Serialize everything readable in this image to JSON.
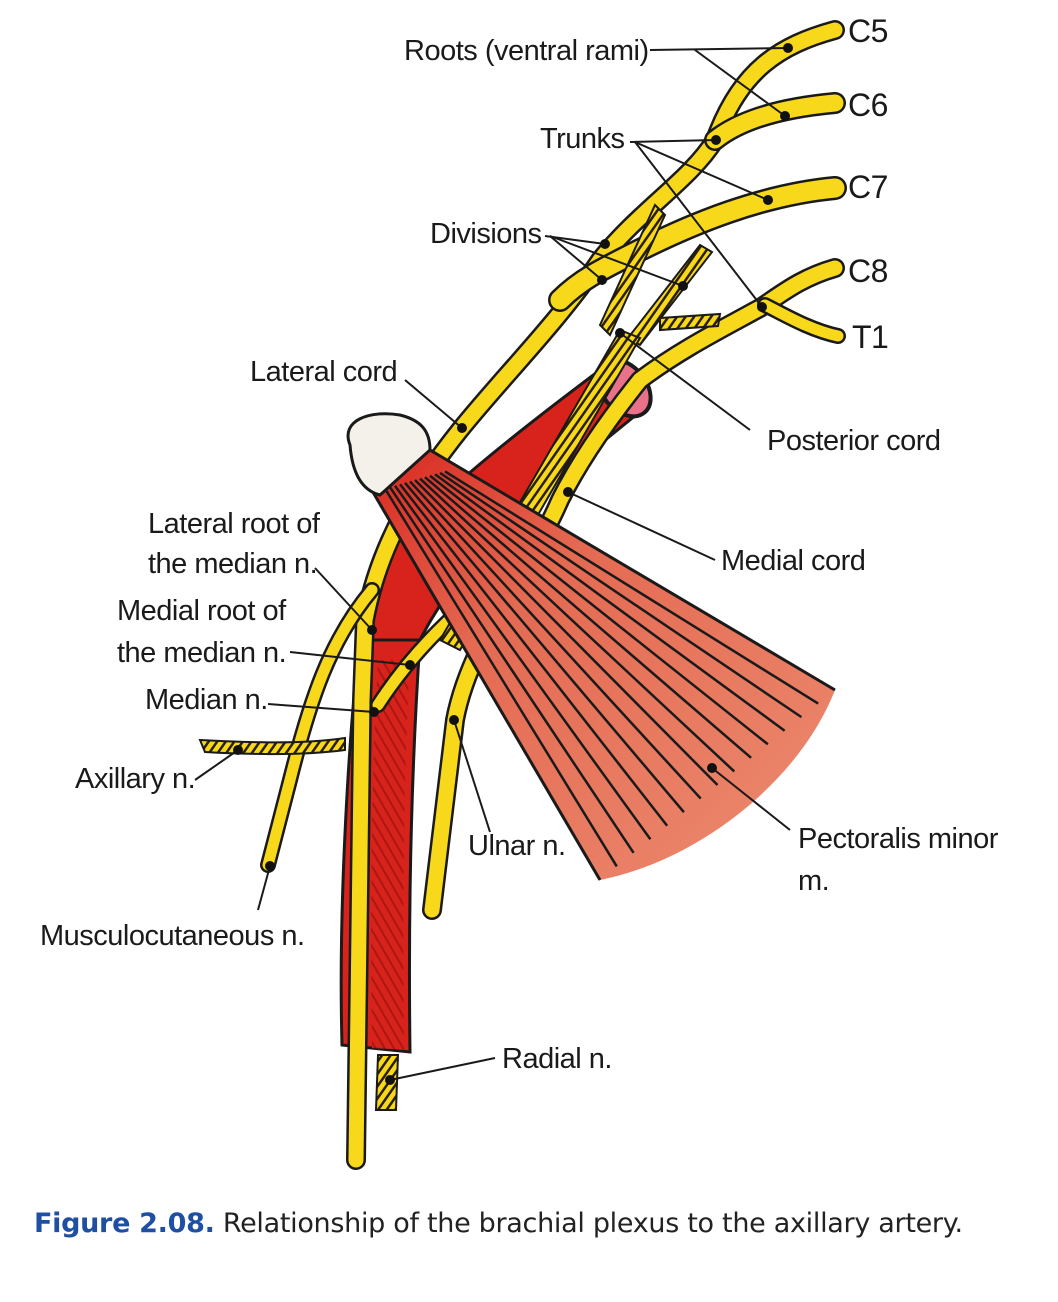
{
  "figure": {
    "number": "Figure 2.08.",
    "caption": " Relationship of the brachial plexus to the axillary artery."
  },
  "colors": {
    "nerve": "#f7d81a",
    "artery": "#d8231c",
    "muscle": "#e8876a",
    "bone": "#f4f1ea",
    "caption_accent": "#1f4fa3"
  },
  "labels": {
    "roots": "Roots (ventral rami)",
    "c5": "C5",
    "c6": "C6",
    "c7": "C7",
    "c8": "C8",
    "t1": "T1",
    "trunks": "Trunks",
    "divisions": "Divisions",
    "lateral_cord": "Lateral cord",
    "posterior_cord": "Posterior cord",
    "medial_cord": "Medial cord",
    "lateral_root_1": "Lateral root of",
    "lateral_root_2": "the median n.",
    "medial_root_1": "Medial root of",
    "medial_root_2": "the median n.",
    "median": "Median n.",
    "axillary": "Axillary n.",
    "musculocutaneous": "Musculocutaneous n.",
    "ulnar": "Ulnar n.",
    "radial": "Radial n.",
    "pectoralis_1": "Pectoralis minor",
    "pectoralis_2": "m."
  }
}
